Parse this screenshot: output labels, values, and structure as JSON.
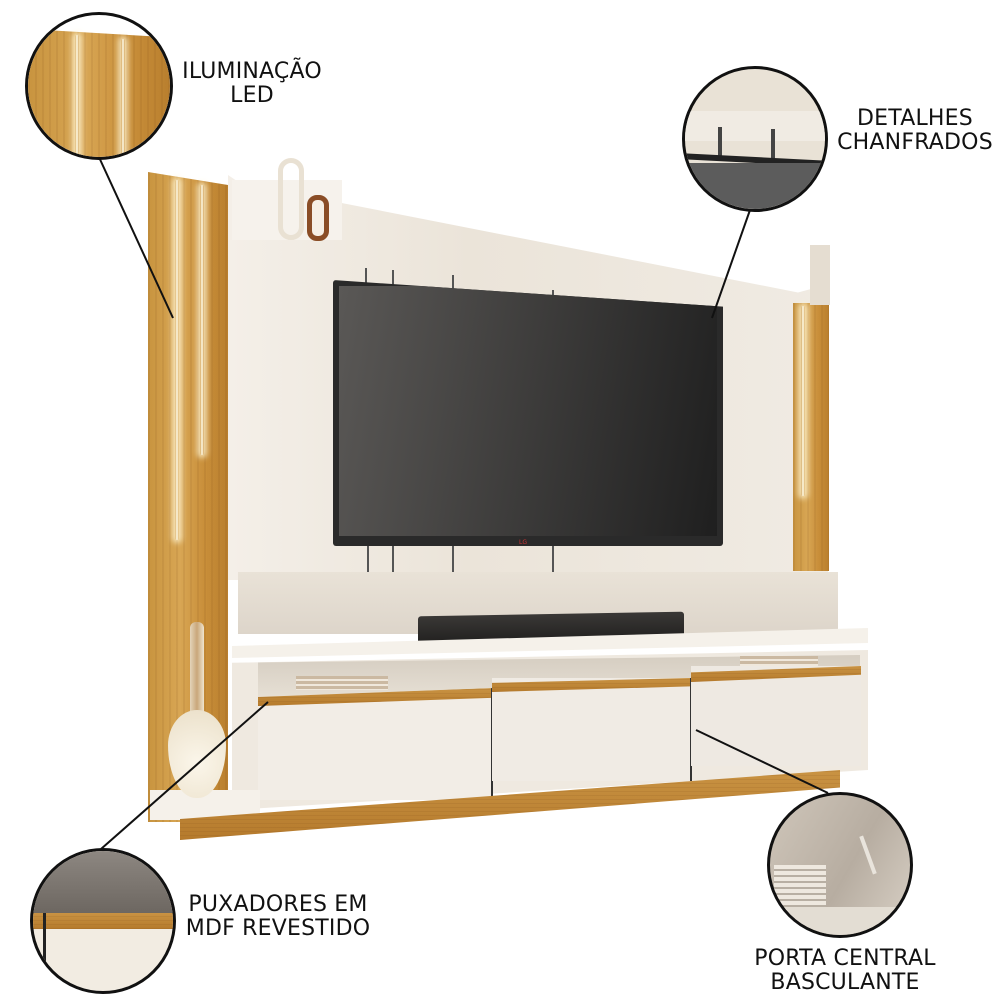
{
  "callouts": [
    {
      "id": "led",
      "line1": "ILUMINAÇÃO",
      "line2": "LED"
    },
    {
      "id": "chamfer",
      "line1": "DETALHES",
      "line2": "CHANFRADOS"
    },
    {
      "id": "handles",
      "line1": "PUXADORES EM",
      "line2": "MDF REVESTIDO"
    },
    {
      "id": "door",
      "line1": "PORTA CENTRAL",
      "line2": "BASCULANTE"
    }
  ],
  "product": {
    "type": "TV panel / home theater",
    "tv_brand_logo": "LG",
    "drawers": 3
  },
  "colors": {
    "wood": "#c8943f",
    "cream": "#efe9e0",
    "tv": "#2b2b2b",
    "outline": "#111111"
  }
}
